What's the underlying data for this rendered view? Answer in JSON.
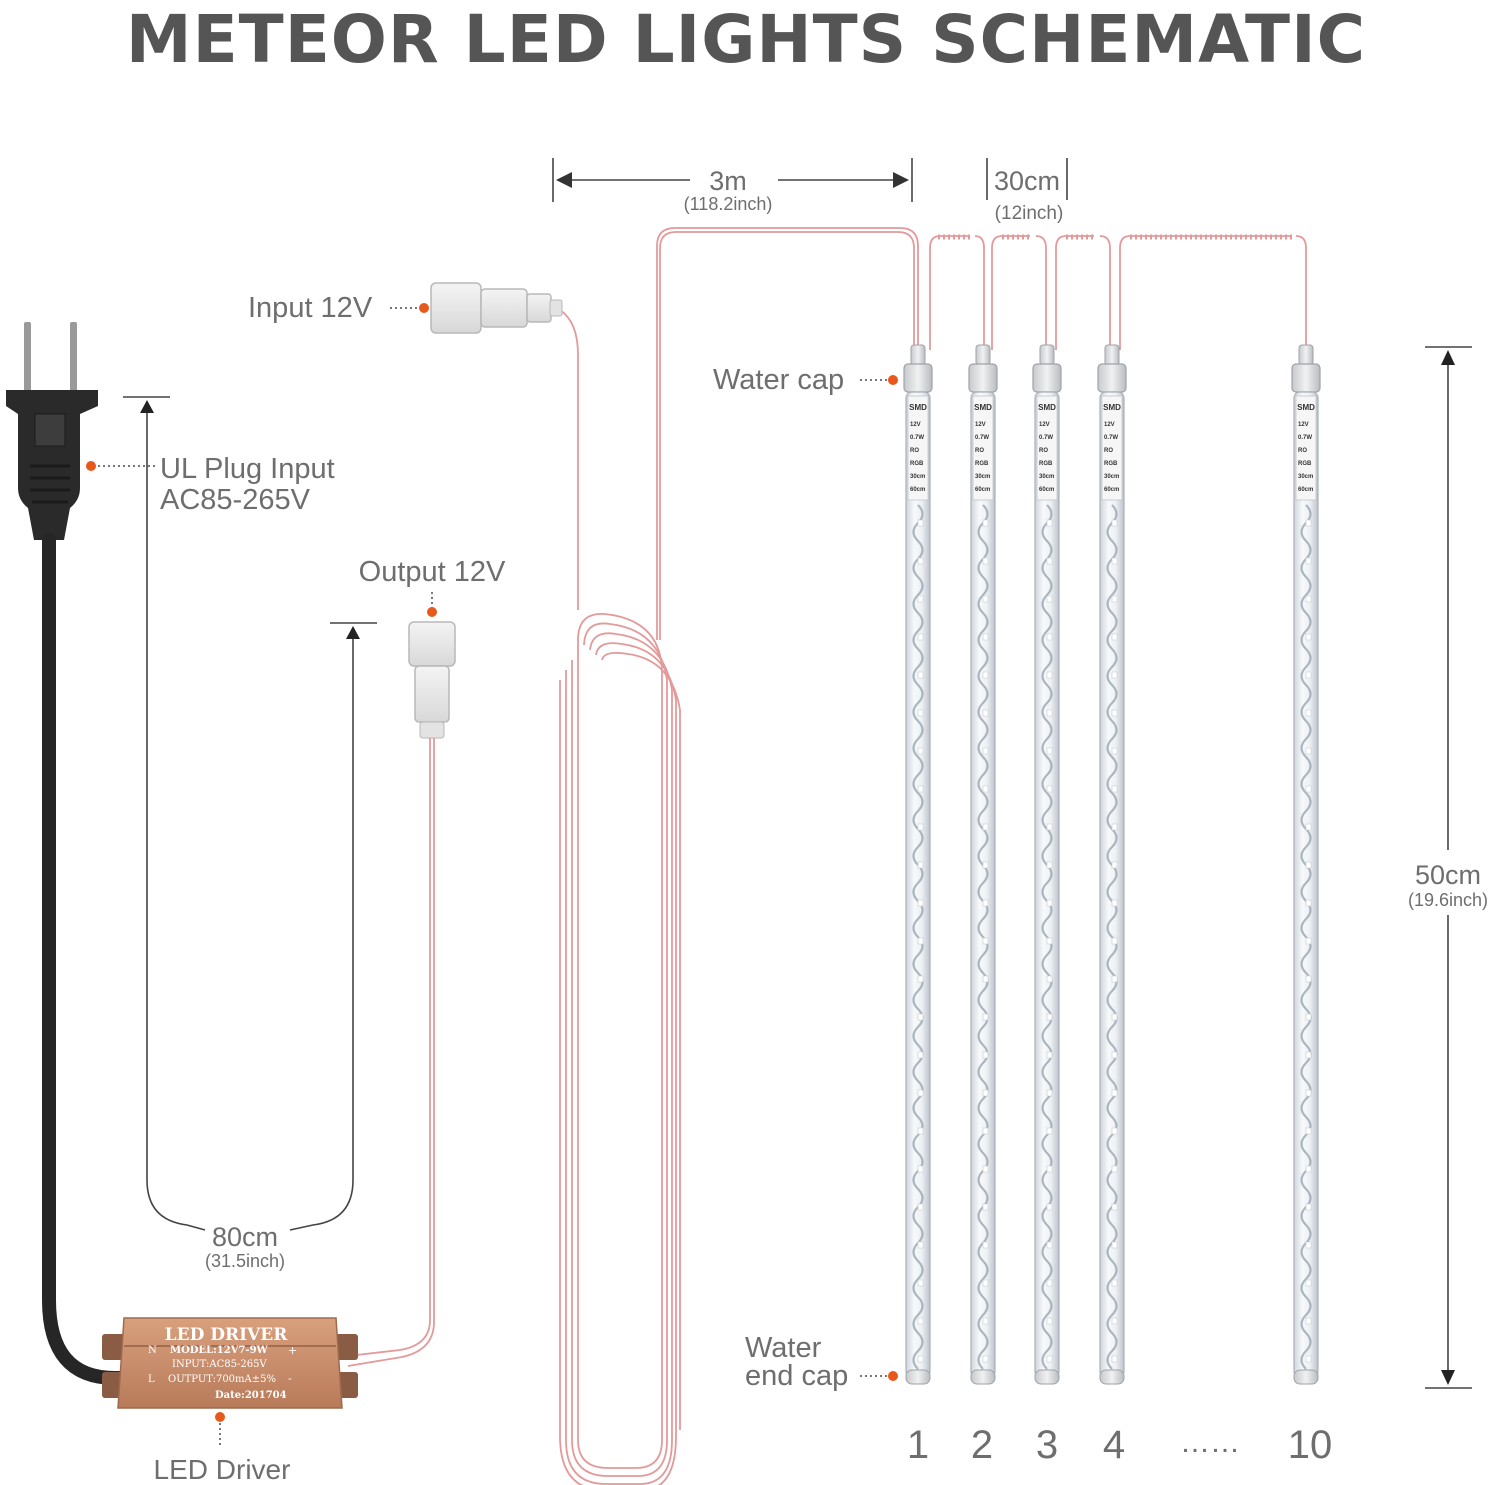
{
  "title": "METEOR LED LIGHTS SCHEMATIC",
  "dimensions": {
    "cable_length": "3m",
    "cable_length_inch": "(118.2inch)",
    "spacing": "30cm",
    "spacing_inch": "(12inch)",
    "tube_length": "50cm",
    "tube_length_inch": "(19.6inch)",
    "plug_cable": "80cm",
    "plug_cable_inch": "(31.5inch)"
  },
  "labels": {
    "input": "Input 12V",
    "plug_line1": "UL Plug Input",
    "plug_line2": "AC85-265V",
    "output": "Output 12V",
    "water_cap": "Water cap",
    "end_cap_line1": "Water",
    "end_cap_line2": "end cap",
    "led_driver": "LED Driver"
  },
  "driver_box": {
    "heading": "LED DRIVER",
    "model": "MODEL:12V7-9W",
    "input": "INPUT:AC85-265V",
    "output": "OUTPUT:700mA±5%",
    "date": "Date:201704",
    "n_mark": "N",
    "l_mark": "L",
    "plus": "+",
    "minus": "-"
  },
  "tube_label": {
    "smd": "SMD",
    "line1": "12V",
    "line2": "0.7W",
    "line3": "RO",
    "line4": "RGB",
    "line5": "30cm",
    "line6": "60cm"
  },
  "tube_numbers": [
    "1",
    "2",
    "3",
    "4",
    "10"
  ],
  "ellipsis": "……",
  "colors": {
    "title": "#555555",
    "label": "#6e6e6e",
    "accent_dot": "#e8581c",
    "wire": "#e39a9a",
    "driver_case": "#c98e6c",
    "plug": "#2a2a2a"
  }
}
